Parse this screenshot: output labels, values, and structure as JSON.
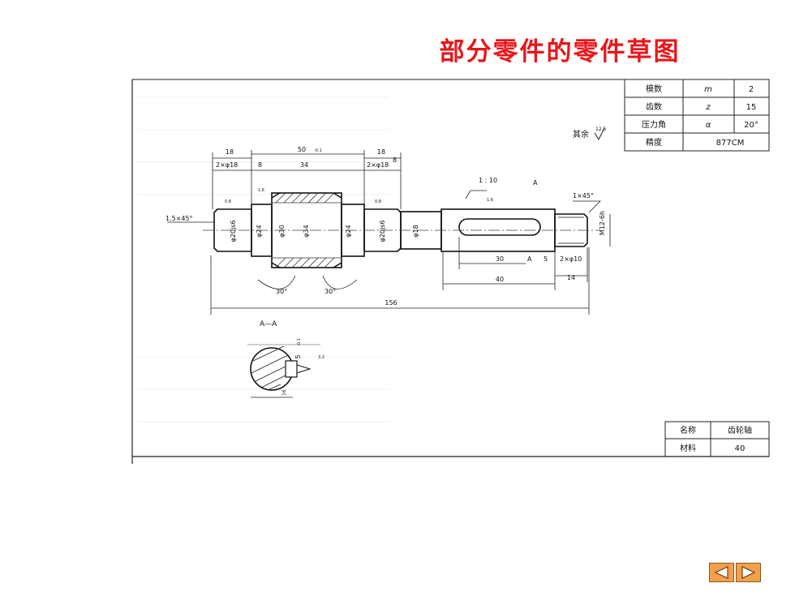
{
  "slide": {
    "title": "部分零件的零件草图"
  },
  "params_table": {
    "rows": [
      {
        "name": "模数",
        "symbol": "m",
        "value": "2"
      },
      {
        "name": "齿数",
        "symbol": "z",
        "value": "15"
      },
      {
        "name": "压力角",
        "symbol": "α",
        "value": "20°"
      },
      {
        "name": "精度",
        "symbol": "",
        "value": "877CM"
      }
    ]
  },
  "title_block": {
    "name_label": "名称",
    "name_value": "齿轮轴",
    "material_label": "材料",
    "material_value": "40"
  },
  "drawing": {
    "surface_note": "其余",
    "surface_note_value": "12.5",
    "section_label": "A—A",
    "dims": {
      "d_18_left": "18",
      "d_50": "50",
      "d_50_tol": "-0.1",
      "d_18_right": "18",
      "d_2x18": "2×φ18",
      "d_8a": "8",
      "d_34": "34",
      "d_2x18b": "2×φ18",
      "d_8b": "8",
      "chamfer_left": "1.5×45°",
      "taper": "1 : 10",
      "view_a": "A",
      "chamfer_right": "1×45°",
      "thread": "M12-6h",
      "dia_20a": "φ20js6",
      "dia_24a": "φ24",
      "dia_30": "φ30",
      "dia_34": "φ34",
      "dia_24b": "φ24",
      "dia_20b": "φ20js6",
      "dia_18": "φ18",
      "d_30": "30",
      "section_a": "A",
      "d_5": "5",
      "d_2x10": "2×φ10",
      "d_40": "40",
      "d_14": "14",
      "angle_a": "30°",
      "angle_b": "30°",
      "d_156": "156",
      "key_5": "5",
      "key_5_tol": "-0.1",
      "key_16": "16",
      "rough_a": "0.8",
      "rough_b": "1.6",
      "rough_c": "0.8",
      "rough_d": "1.6",
      "rough_e": "3.2"
    }
  },
  "nav": {
    "prev_icon": "triangle-left-icon",
    "next_icon": "triangle-right-icon"
  },
  "colors": {
    "title": "#e8161a",
    "nav_button": "#f2a04a"
  }
}
